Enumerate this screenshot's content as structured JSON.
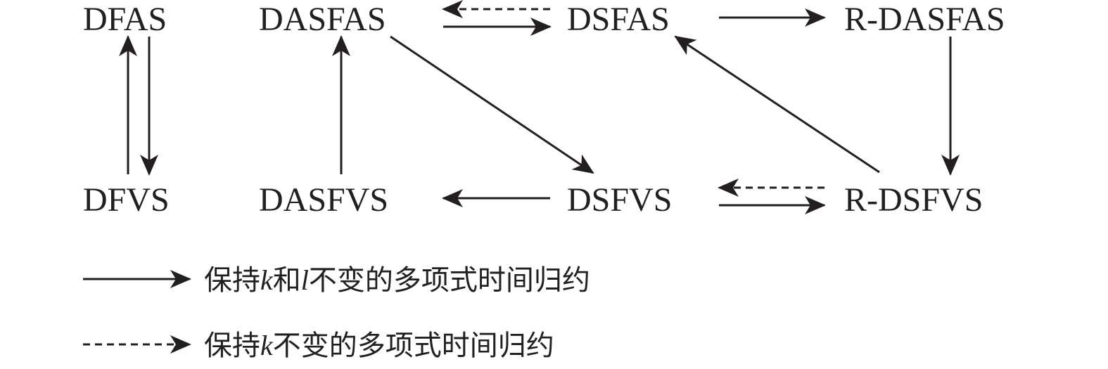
{
  "nodes": {
    "dfas": "DFAS",
    "dasfas": "DASFAS",
    "dsfas": "DSFAS",
    "r_dasfas": "R-DASFAS",
    "dfvs": "DFVS",
    "dasfvs": "DASFVS",
    "dsfvs": "DSFVS",
    "r_dsfvs": "R-DSFVS"
  },
  "edges": [
    {
      "from": "DFVS",
      "to": "DFAS",
      "style": "solid"
    },
    {
      "from": "DFAS",
      "to": "DFVS",
      "style": "solid"
    },
    {
      "from": "DASFVS",
      "to": "DASFAS",
      "style": "solid"
    },
    {
      "from": "DSFAS",
      "to": "DASFAS",
      "style": "dashed"
    },
    {
      "from": "DASFAS",
      "to": "DSFAS",
      "style": "solid"
    },
    {
      "from": "DSFAS",
      "to": "R-DASFAS",
      "style": "solid"
    },
    {
      "from": "DASFAS",
      "to": "DSFVS",
      "style": "solid"
    },
    {
      "from": "R-DSFVS",
      "to": "DSFAS",
      "style": "solid"
    },
    {
      "from": "R-DASFAS",
      "to": "R-DSFVS",
      "style": "solid"
    },
    {
      "from": "DSFVS",
      "to": "DASFVS",
      "style": "solid"
    },
    {
      "from": "R-DSFVS",
      "to": "DSFVS",
      "style": "dashed"
    },
    {
      "from": "DSFVS",
      "to": "R-DSFVS",
      "style": "solid"
    }
  ],
  "legend": {
    "solid": {
      "prefix": "保持",
      "var1": "k",
      "mid": "和",
      "var2": "l",
      "suffix": "不变的多项式时间归约"
    },
    "dashed": {
      "prefix": "保持",
      "var1": "k",
      "suffix": "不变的多项式时间归约"
    }
  },
  "colors": {
    "ink": "#231f20",
    "background": "#ffffff"
  }
}
